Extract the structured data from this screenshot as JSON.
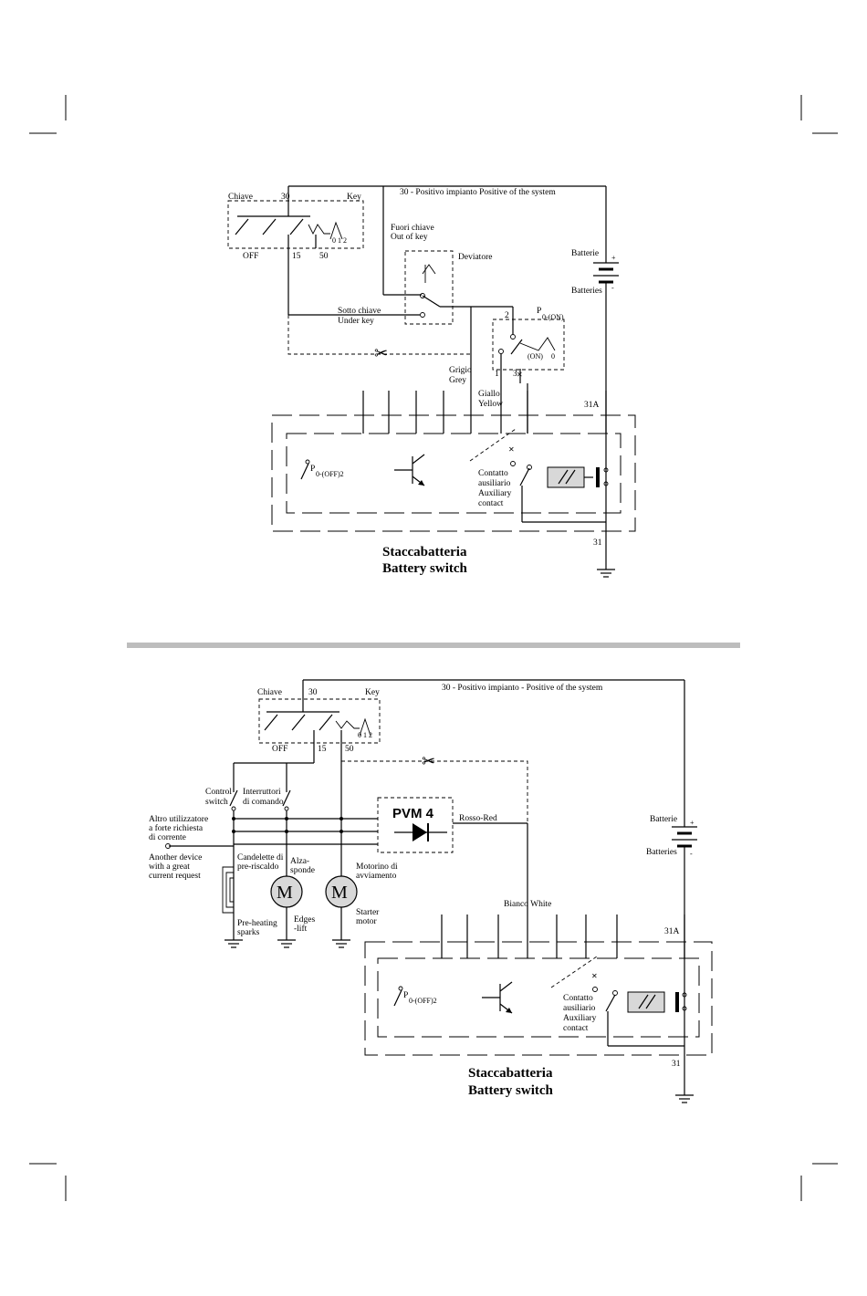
{
  "diagram1": {
    "labels": {
      "chiave": "Chiave",
      "n30": "30",
      "key": "Key",
      "positivo": "30 - Positivo impianto   Positive of the system",
      "off": "OFF",
      "n15": "15",
      "n50": "50",
      "pos012": "0  1  2",
      "fuori_chiave": "Fuori chiave",
      "out_of_key": "Out of key",
      "deviatore": "Deviatore",
      "batterie": "Batterie",
      "batteries": "Batteries",
      "plus": "+",
      "minus": "-",
      "sotto_chiave": "Sotto chiave",
      "under_key": "Under key",
      "n2": "2",
      "p_on": "P",
      "p_on_sub": "0-(ON)",
      "on": "(ON)",
      "zero": "0",
      "n1": "1",
      "n3": "3",
      "grigio": "Grigio",
      "grey": "Grey",
      "giallo": "Giallo",
      "yellow": "Yellow",
      "n31a": "31A",
      "p_off": "P",
      "p_off_sub": "0-(OFF)2",
      "contatto": "Contatto",
      "ausiliario": "ausiliario",
      "auxiliary": "Auxiliary",
      "contact": "contact",
      "n31": "31",
      "title_it": "Staccabatteria",
      "title_en": "Battery switch"
    }
  },
  "diagram2": {
    "labels": {
      "chiave": "Chiave",
      "n30": "30",
      "key": "Key",
      "positivo": "30 - Positivo impianto - Positive of the system",
      "off": "OFF",
      "n15": "15",
      "n50": "50",
      "pos012": "0  1  2",
      "control": "Control",
      "switch": "switch",
      "interruttori": "Interruttori",
      "di_comando": "di comando",
      "altro1": "Altro utilizzatore",
      "altro2": "a forte richiesta",
      "altro3": "di corrente",
      "another1": "Another device",
      "another2": "with a great",
      "another3": "current request",
      "pvm": "PVM 4",
      "rosso": "Rosso-Red",
      "batterie": "Batterie",
      "batteries": "Batteries",
      "plus": "+",
      "minus": "-",
      "candelette1": "Candelette di",
      "candelette2": "pre-riscaldo",
      "alza1": "Alza-",
      "alza2": "sponde",
      "motorino1": "Motorino di",
      "motorino2": "avviamento",
      "motor_m1": "M",
      "motor_m2": "M",
      "preheating1": "Pre-heating",
      "preheating2": "sparks",
      "edges1": "Edges",
      "edges2": "-lift",
      "starter1": "Starter",
      "starter2": "motor",
      "bianco": "Bianco  White",
      "n31a": "31A",
      "p_off": "P",
      "p_off_sub": "0-(OFF)2",
      "contatto": "Contatto",
      "ausiliario": "ausiliario",
      "auxiliary": "Auxiliary",
      "contact": "contact",
      "n31": "31",
      "title_it": "Staccabatteria",
      "title_en": "Battery switch"
    }
  }
}
